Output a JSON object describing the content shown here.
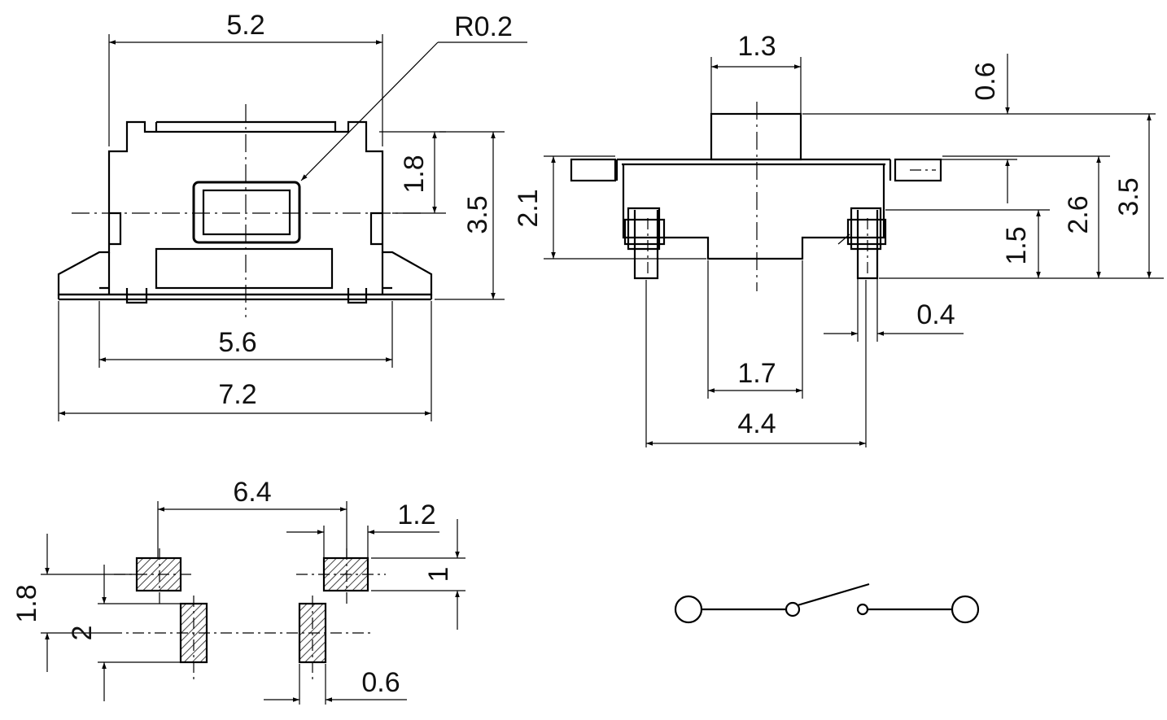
{
  "top_view": {
    "width_top": "5.2",
    "radius": "R0.2",
    "actuator_height": "1.8",
    "body_height": "3.5",
    "body_width": "5.6",
    "overall_width": "7.2"
  },
  "side_view": {
    "actuator_width": "1.3",
    "actuator_travel": "0.6",
    "left_height": "2.1",
    "right_height": "2.6",
    "overall_height": "3.5",
    "lower_height": "1.5",
    "pin_width": "0.4",
    "base_width": "1.7",
    "pin_span": "4.4"
  },
  "footprint": {
    "pitch": "6.4",
    "pad_width": "1.2",
    "row_spacing": "1.8",
    "pad_height": "1",
    "pad_span": "2",
    "small_pad_width": "0.6"
  },
  "colors": {
    "line": "#000000",
    "background": "#ffffff"
  }
}
